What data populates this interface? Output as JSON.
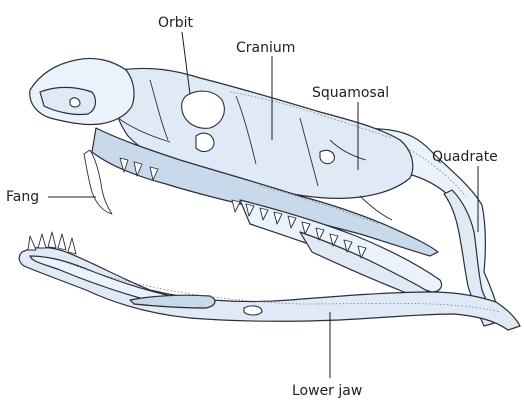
{
  "labels": {
    "orbit": "Orbit",
    "cranium": "Cranium",
    "squamosal": "Squamosal",
    "quadrate": "Quadrate",
    "fang": "Fang",
    "lower_jaw": "Lower jaw"
  },
  "colors": {
    "bone_fill": "#dfeaf6",
    "bone_light": "#eaf2fb",
    "bone_shade": "#c8d9ec",
    "outline": "#2b2f36",
    "text": "#1f1f1f"
  }
}
